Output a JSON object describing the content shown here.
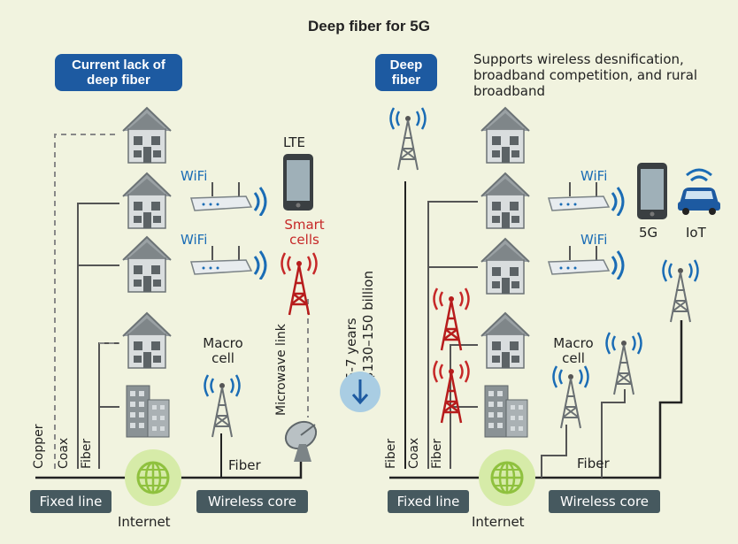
{
  "title": "Deep fiber for 5G",
  "left": {
    "header": "Current lack of deep fiber",
    "lte": "LTE",
    "wifi1": "WiFi",
    "wifi2": "WiFi",
    "smart_cells": "Smart cells",
    "macro_cell": "Macro cell",
    "microwave_link": "Microwave link",
    "fiber_link": "Fiber",
    "line_labels": [
      "Copper",
      "Coax",
      "Fiber"
    ],
    "fixed_line": "Fixed line",
    "wireless_core": "Wireless core",
    "internet": "Internet"
  },
  "middle": {
    "years": "5-7 years",
    "cost": "$130–150 billion"
  },
  "right": {
    "header": "Deep fiber",
    "description": "Supports wireless desnification, broadband competition, and rural broadband",
    "wifi1": "WiFi",
    "wifi2": "WiFi",
    "fiveg": "5G",
    "iot": "IoT",
    "macro_cell": "Macro cell",
    "fiber_link": "Fiber",
    "line_labels": [
      "Fiber",
      "Coax",
      "Fiber"
    ],
    "fixed_line": "Fixed line",
    "wireless_core": "Wireless core",
    "internet": "Internet"
  },
  "colors": {
    "header_blue": "#1d5aa1",
    "wifi_blue": "#1a6cb5",
    "smart_red": "#c62828",
    "band_gray": "#46595f",
    "internet_green": "#8fc13e"
  }
}
